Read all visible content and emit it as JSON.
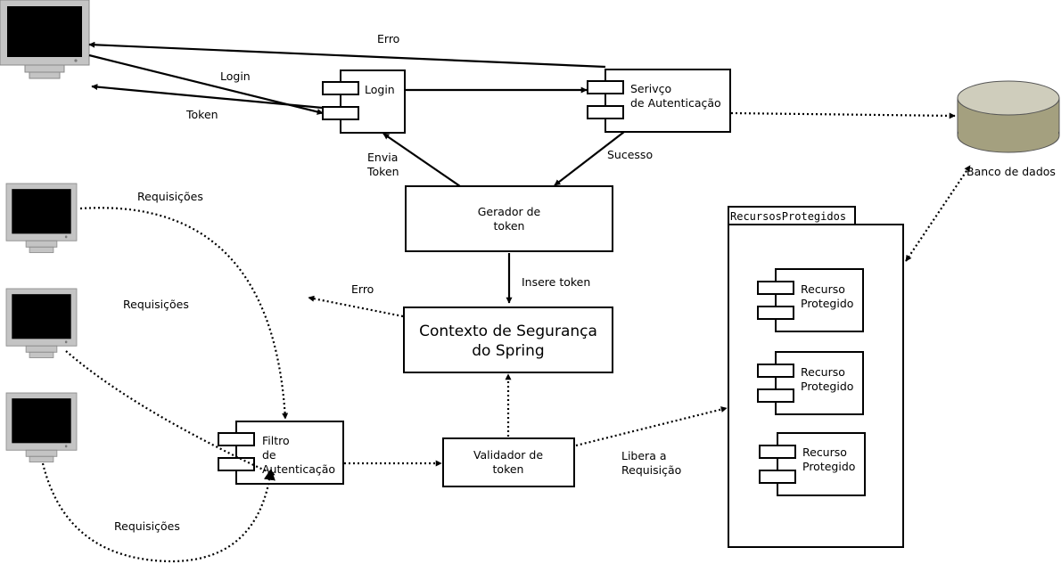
{
  "monitor_icon": "computer-monitor-icon",
  "database_icon": "database-cylinder-icon",
  "component_icon": "uml-component-icon",
  "labels": {
    "erro_top": "Erro",
    "login_edge": "Login",
    "token_edge": "Token",
    "envia_token_1": "Envia",
    "envia_token_2": "Token",
    "sucesso": "Sucesso",
    "requisicoes_1": "Requisições",
    "requisicoes_2": "Requisições",
    "requisicoes_3": "Requisições",
    "insere_token": "Insere token",
    "erro_mid": "Erro",
    "libera_1": "Libera a",
    "libera_2": "Requisição"
  },
  "nodes": {
    "login": "Login",
    "auth_service_1": "Serivço",
    "auth_service_2": "de Autenticação",
    "database": "Banco de dados",
    "token_generator_1": "Gerador de",
    "token_generator_2": "token",
    "spring_context_1": "Contexto de Segurança",
    "spring_context_2": "do Spring",
    "auth_filter_1": "Filtro",
    "auth_filter_2": "de",
    "auth_filter_3": "Autenticação",
    "token_validator_1": "Validador de",
    "token_validator_2": "token",
    "package_title": "RecursosProtegidos",
    "resources": [
      {
        "line1": "Recurso",
        "line2": "Protegido"
      },
      {
        "line1": "Recurso",
        "line2": "Protegido"
      },
      {
        "line1": "Recurso",
        "line2": "Protegido"
      }
    ]
  }
}
